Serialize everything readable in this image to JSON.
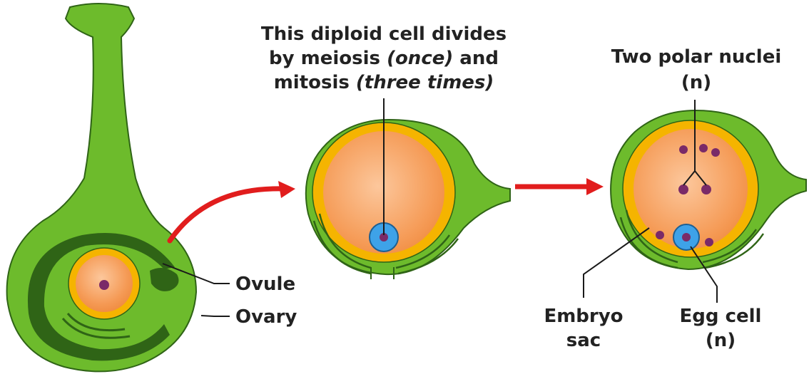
{
  "labels": {
    "meiosis_note": {
      "line1": "This diploid cell divides",
      "line2_a": "by meiosis ",
      "line2_b": "(once)",
      "line2_c": " and",
      "line3_a": "mitosis ",
      "line3_b": "(three times)"
    },
    "polar_nuclei": {
      "line1": "Two polar nuclei",
      "line2": "(n)"
    },
    "ovule": "Ovule",
    "ovary": "Ovary",
    "embryo_sac": {
      "line1": "Embryo",
      "line2": "sac"
    },
    "egg_cell": {
      "line1": "Egg cell",
      "line2": "(n)"
    }
  },
  "colors": {
    "tissue_green": "#6dbb2c",
    "tissue_dark": "#2f6416",
    "integument_yellow": "#f5b400",
    "nucellus_orange": "#f59a55",
    "nucleus_purple": "#7a2a68",
    "egg_blue": "#3ea2e8",
    "arrow_red": "#e11d1d"
  }
}
